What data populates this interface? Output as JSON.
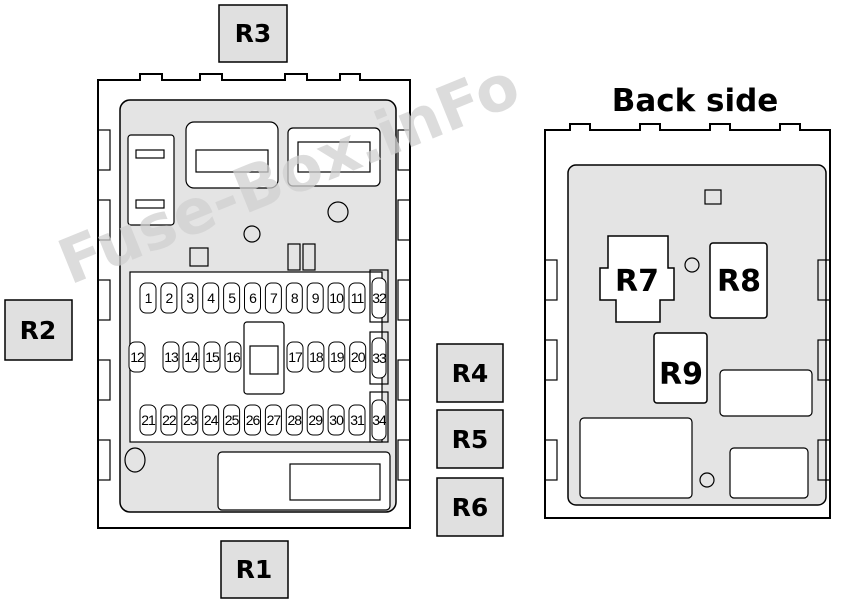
{
  "title": "Back side",
  "watermark": "Fuse-Box.inFo",
  "relays": {
    "R1": "R1",
    "R2": "R2",
    "R3": "R3",
    "R4": "R4",
    "R5": "R5",
    "R6": "R6",
    "R7": "R7",
    "R8": "R8",
    "R9": "R9"
  },
  "fuses": {
    "row1": [
      "1",
      "2",
      "3",
      "4",
      "5",
      "6",
      "7",
      "8",
      "9",
      "10",
      "11"
    ],
    "row2a": [
      "12",
      "13",
      "14",
      "15",
      "16"
    ],
    "row2b": [
      "17",
      "18",
      "19",
      "20"
    ],
    "row3": [
      "21",
      "22",
      "23",
      "24",
      "25",
      "26",
      "27",
      "28",
      "29",
      "30",
      "31"
    ],
    "side": [
      "32",
      "33",
      "34"
    ]
  },
  "colors": {
    "panel": "#e4e4e4",
    "label_box": "#e0e0e0"
  }
}
